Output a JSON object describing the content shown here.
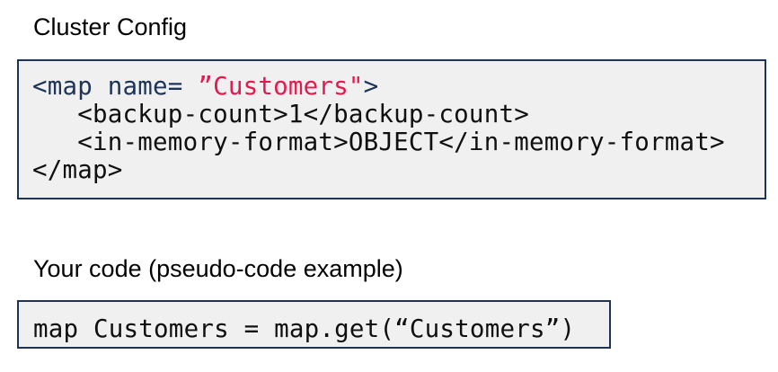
{
  "colors": {
    "navy": "#1d3456",
    "red": "#e5194e",
    "code_text": "#101010",
    "code_background": "#f0f0f1",
    "border": "#1d3456",
    "page_background": "#ffffff"
  },
  "cluster_config": {
    "heading": "Cluster Config",
    "code": {
      "line1": {
        "tag_prefix": "<map name= ",
        "name_value": "”Customers\"",
        "tag_suffix": ">"
      },
      "line2": "   <backup-count>1</backup-count>",
      "line3": "   <in-memory-format>OBJECT</in-memory-format>",
      "line4": "</map>"
    }
  },
  "your_code": {
    "heading": "Your code (pseudo-code example)",
    "code": {
      "line1": "map Customers = map.get(“Customers”)"
    }
  }
}
